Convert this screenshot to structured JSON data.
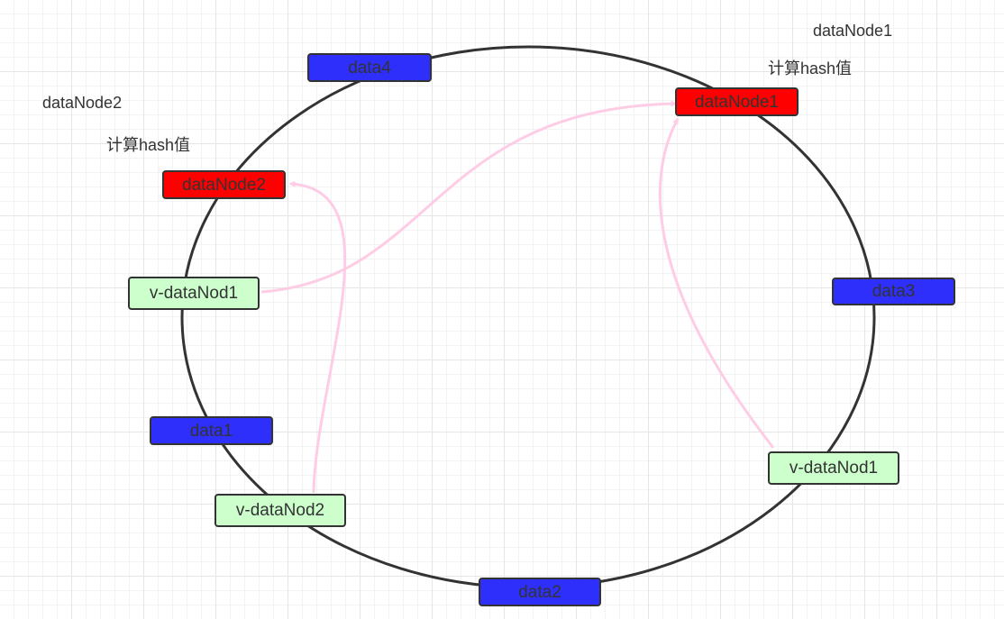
{
  "labels": {
    "datanode1_title": "dataNode1",
    "datanode1_hash": "计算hash值",
    "datanode2_title": "dataNode2",
    "datanode2_hash": "计算hash值"
  },
  "nodes": {
    "data1": "data1",
    "data2": "data2",
    "data3": "data3",
    "data4": "data4",
    "datanode1": "dataNode1",
    "datanode2": "dataNode2",
    "v_datanode1_left": "v-dataNod1",
    "v_datanode1_right": "v-dataNod1",
    "v_datanode2": "v-dataNod2"
  },
  "colors": {
    "data_fill": "#2f2ffb",
    "real_node_fill": "#ff0000",
    "virtual_node_fill": "#ccffcc",
    "ring_stroke": "#333333",
    "arrow_stroke": "#ffcce6"
  }
}
